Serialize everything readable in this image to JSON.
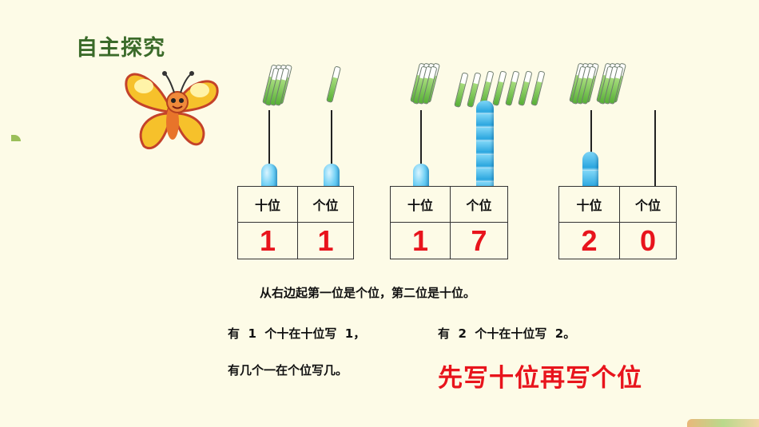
{
  "title": "自主探究",
  "tables": [
    {
      "headers": [
        "十位",
        "个位"
      ],
      "values": [
        "1",
        "1"
      ]
    },
    {
      "headers": [
        "十位",
        "个位"
      ],
      "values": [
        "1",
        "7"
      ]
    },
    {
      "headers": [
        "十位",
        "个位"
      ],
      "values": [
        "2",
        "0"
      ]
    }
  ],
  "rule_text": "从右边起第一位是个位，第二位是十位。",
  "line1_left": "有  1  个十在十位写  1，",
  "line1_right": "有  2  个十在十位写  2。",
  "line2": "有几个一在个位写几。",
  "slogan": "先写十位再写个位",
  "colors": {
    "title": "#3b6b2a",
    "digits": "#e8141c",
    "bead": "#2aa6df",
    "stick": "#57b036"
  }
}
